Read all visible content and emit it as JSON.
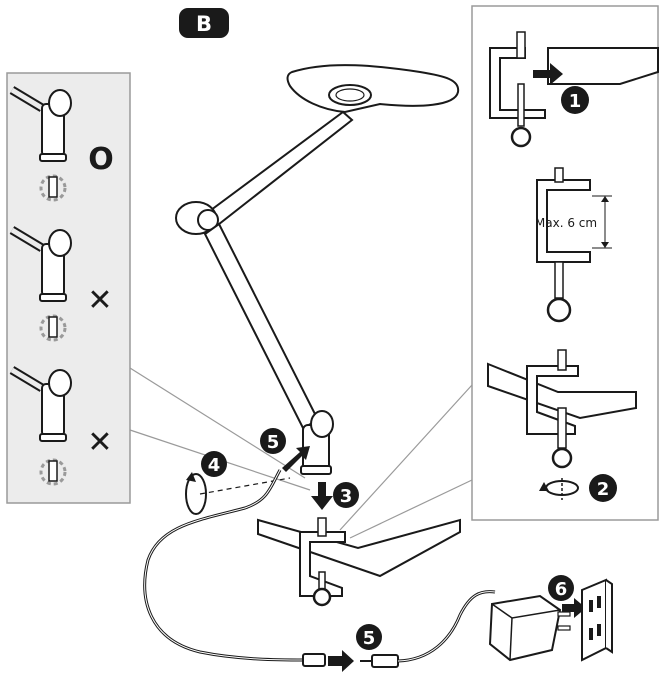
{
  "section_label": "B",
  "steps": {
    "clamp_insert": "1",
    "clamp_tighten": "2",
    "insert_arm": "3",
    "rotate": "4",
    "connect_arm": "5",
    "connect_cable": "5",
    "plug_in": "6"
  },
  "clamp_limit_label": "Max. 6 cm",
  "orientation_checks": {
    "correct_symbol": "O",
    "wrong_symbol_1": "✕",
    "wrong_symbol_2": "✕"
  },
  "colors": {
    "line": "#1a1a1a",
    "panel_fill": "#ececec",
    "panel_border": "#9a9a9a",
    "badge": "#1a1a1a",
    "dashed": "#9a9a9a"
  }
}
